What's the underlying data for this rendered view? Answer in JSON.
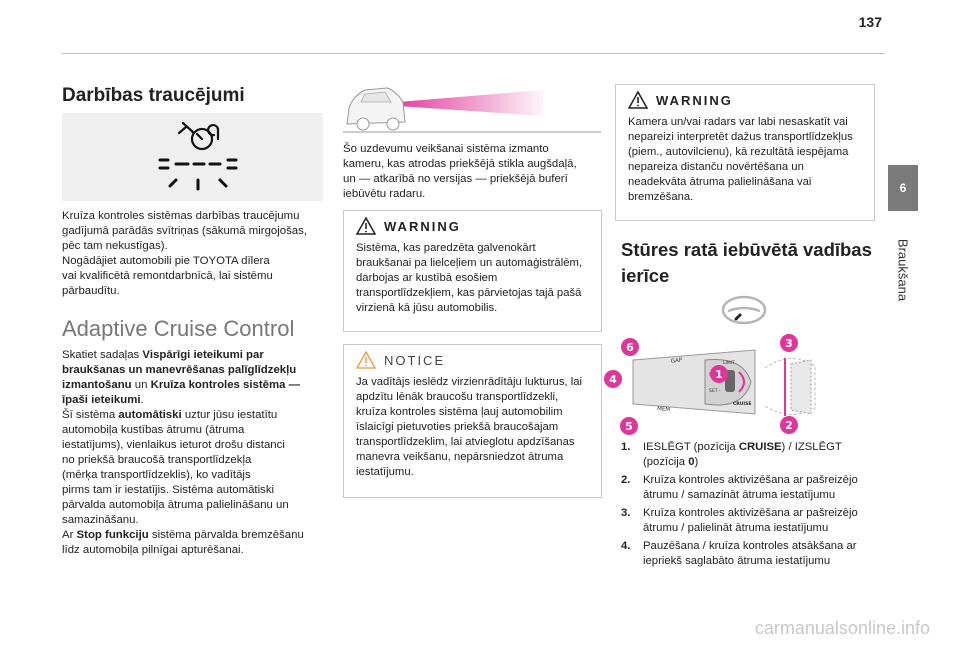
{
  "page_number": "137",
  "side_tab": {
    "number": "6",
    "label": "Braukšana"
  },
  "col1": {
    "heading": "Darbības traucējumi",
    "para1": [
      "Kruīza kontroles sistēmas darbības traucējumu",
      "gadījumā parādās svītriņas (sākumā mirgojošas,",
      "pēc tam nekustīgas).",
      "Nogādājiet automobili pie TOYOTA dīlera",
      "vai kvalificētā remontdarbnīcā, lai sistēmu",
      "pārbaudītu."
    ],
    "heading2": "Adaptive Cruise Control",
    "p2_l1": "Skatiet sadaļas ",
    "p2_b1": "Vispārīgi ieteikumi par",
    "p2_b2": "braukšanas un manevrēšanas palīglīdzekļu",
    "p2_b3": "izmantošanu",
    "p2_m1": " un ",
    "p2_b4": "Kruīza kontroles sistēma —",
    "p2_b5": "īpaši ieteikumi",
    "p2_end": ".",
    "p3_a": "Šī sistēma ",
    "p3_b": "automātiski",
    "p3_c": " uztur jūsu iestatītu",
    "p3_lines": [
      "automobiļa kustības ātrumu (ātruma",
      "iestatījums), vienlaikus ieturot drošu distanci",
      "no priekšā braucošā transportlīdzekļa",
      "(mērķa transportlīdzeklis), ko vadītājs",
      "pirms tam ir iestatījis. Sistēma automātiski",
      "pārvalda automobiļa ātruma palielināšanu un",
      "samazināšanu."
    ],
    "p4_a": "Ar ",
    "p4_b": "Stop funkciju",
    "p4_c": " sistēma pārvalda bremzēšanu",
    "p4_d": "līdz automobiļa pilnīgai apturēšanai."
  },
  "col2": {
    "para": [
      "Šo uzdevumu veikšanai sistēma izmanto",
      "kameru, kas atrodas priekšējā stikla augšdaļā,",
      "un — atkarībā no versijas — priekšējā buferī",
      "iebūvētu radaru."
    ],
    "warning_label": "WARNING",
    "warning_text": [
      "Sistēma, kas paredzēta galvenokārt",
      "braukšanai pa lielceļiem un automaģistrālēm,",
      "darbojas ar kustībā esošiem",
      "transportlīdzekļiem, kas pārvietojas tajā pašā",
      "virzienā kā jūsu automobilis."
    ],
    "notice_label": "NOTICE",
    "notice_text": [
      "Ja vadītājs ieslēdz virzienrādītāju lukturus, lai",
      "apdzītu lēnāk braucošu transportlīdzekli,",
      "kruīza kontroles sistēma ļauj automobilim",
      "īslaicīgi pietuvoties priekšā braucošajam",
      "transportlīdzeklim, lai atvieglotu apdzīšanas",
      "manevra veikšanu, nepārsniedzot ātruma",
      "iestatījumu."
    ]
  },
  "col3": {
    "warning_label": "WARNING",
    "warning_text": [
      "Kamera un/vai radars var labi nesaskatīt vai",
      "nepareizi interpretēt dažus transportlīdzekļus",
      "(piem., autovilcienu), kā rezultātā iespējama",
      "nepareiza distanču novērtēšana un",
      "neadekvāta ātruma palielināšana vai",
      "bremzēšana."
    ],
    "heading_l1": "Stūres ratā iebūvētā vadības",
    "heading_l2": "ierīce",
    "diagram_labels": {
      "gap": "GAP",
      "limit": "LIMIT",
      "set_plus": "SET +",
      "set_minus": "SET -",
      "mem": "MEM",
      "cruise": "CRUISE",
      "callouts": [
        "6",
        "4",
        "5",
        "1",
        "3",
        "2"
      ]
    },
    "steps": [
      {
        "n": "1.",
        "a": "IESLĒGT (pozīcija ",
        "b": "CRUISE",
        "c": ") / IZSLĒGT",
        "d": "(pozīcija ",
        "e": "0",
        "f": ")"
      },
      {
        "n": "2.",
        "l1": "Kruīza kontroles aktivizēšana ar pašreizējo",
        "l2": "ātrumu / samazināt ātruma iestatījumu"
      },
      {
        "n": "3.",
        "l1": "Kruīza kontroles aktivizēšana ar pašreizējo",
        "l2": "ātrumu / palielināt ātruma iestatījumu"
      },
      {
        "n": "4.",
        "l1": "Pauzēšana / kruīza kontroles atsākšana ar",
        "l2": "iepriekš saglabāto ātruma iestatījumu"
      }
    ]
  },
  "watermark": "carmanualsonline.info",
  "colors": {
    "pink_accent": "#e0359a",
    "tab_gray": "#7a7a7a",
    "warning_yellow": "#f2d000"
  }
}
